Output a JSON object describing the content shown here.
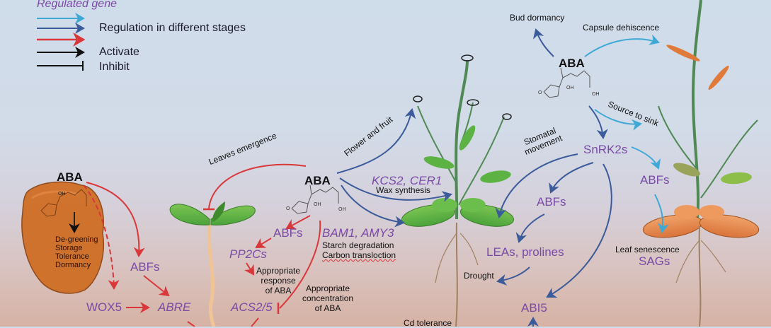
{
  "legend": {
    "title": "Regulated gene",
    "items": [
      {
        "label": "Regulation in different stages",
        "colors": [
          "#3fa9d6",
          "#3b5b9a",
          "#d9373a"
        ]
      },
      {
        "label": "Activate",
        "style": "arrow"
      },
      {
        "label": "Inhibit",
        "style": "bar"
      }
    ]
  },
  "colors": {
    "light_blue": "#3fa9d6",
    "dark_blue": "#3b5b9a",
    "red": "#d9373a",
    "gene_purple": "#7a4aa6",
    "leaf_green": "#5cb343",
    "senescent_orange": "#d9783a"
  },
  "seed_stage": {
    "aba": "ABA",
    "effects": [
      "De-greening",
      "Storage",
      "Tolerance",
      "Dormancy"
    ],
    "abfs": "ABFs",
    "wox5": "WOX5",
    "abre": "ABRE"
  },
  "seedling_stage": {
    "leaves_emergence": "Leaves emergence",
    "aba": "ABA",
    "abfs": "ABFs",
    "pp2cs": "PP2Cs",
    "appropriate_response": [
      "Appropriate",
      "response",
      "of ABA"
    ],
    "acs": "ACS2/5",
    "bam_amy": "BAM1, AMY3",
    "starch": "Starch degradation",
    "carbon": "Carbon transloction",
    "appropriate_concentration": [
      "Appropriate",
      "concentration",
      "of ABA"
    ]
  },
  "vegetative_stage": {
    "flower_fruit": "Flower and fruit",
    "kcs_cer": "KCS2, CER1",
    "wax": "Wax synthesis",
    "stomatal": [
      "Stomatal",
      "movement"
    ],
    "abfs": "ABFs",
    "leas": "LEAs, prolines",
    "drought": "Drought",
    "abi5": "ABI5",
    "cd_tolerance": "Cd tolerance"
  },
  "mature_stage": {
    "bud_dormancy": "Bud dormancy",
    "capsule": "Capsule dehiscence",
    "aba": "ABA",
    "source_sink": "Source to sink",
    "snrk2s": "SnRK2s",
    "abfs": "ABFs",
    "leaf_senescence": "Leaf senescence",
    "sags": "SAGs"
  },
  "molecule": {
    "oh": "OH",
    "o": "O"
  }
}
